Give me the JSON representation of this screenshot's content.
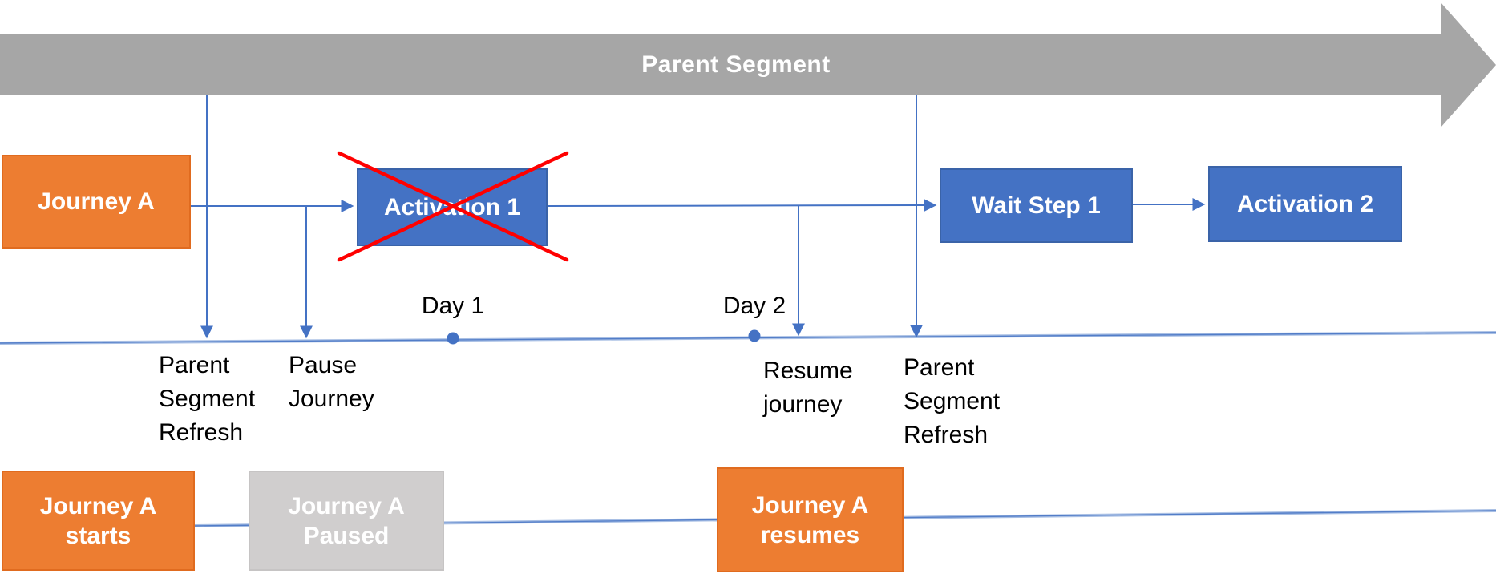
{
  "colors": {
    "orange": "#ED7D31",
    "orange_border": "#E06B1F",
    "blue": "#4472C4",
    "blue_border": "#3A63A8",
    "band_gray": "#A6A6A6",
    "paused_gray": "#D0CECE",
    "paused_border": "#C6C4C4",
    "red": "#FF0000",
    "line": "#4472C4",
    "line_halo": "#A8BFE4",
    "ink": "#000000"
  },
  "parent_segment": {
    "label": "Parent Segment"
  },
  "nodes": {
    "journey_a": "Journey A",
    "activation_1": "Activation 1",
    "wait_step_1": "Wait Step 1",
    "activation_2": "Activation 2"
  },
  "timeline": {
    "day_1": "Day 1",
    "day_2": "Day 2",
    "events": [
      {
        "lines": [
          "Parent",
          "Segment",
          "Refresh"
        ]
      },
      {
        "lines": [
          "Pause",
          "Journey"
        ]
      },
      {
        "lines": [
          "Resume",
          "journey"
        ]
      },
      {
        "lines": [
          "Parent",
          "Segment",
          "Refresh"
        ]
      }
    ]
  },
  "status": {
    "starts": [
      "Journey A",
      "starts"
    ],
    "paused": [
      "Journey A",
      "Paused"
    ],
    "resumes": [
      "Journey A",
      "resumes"
    ]
  }
}
